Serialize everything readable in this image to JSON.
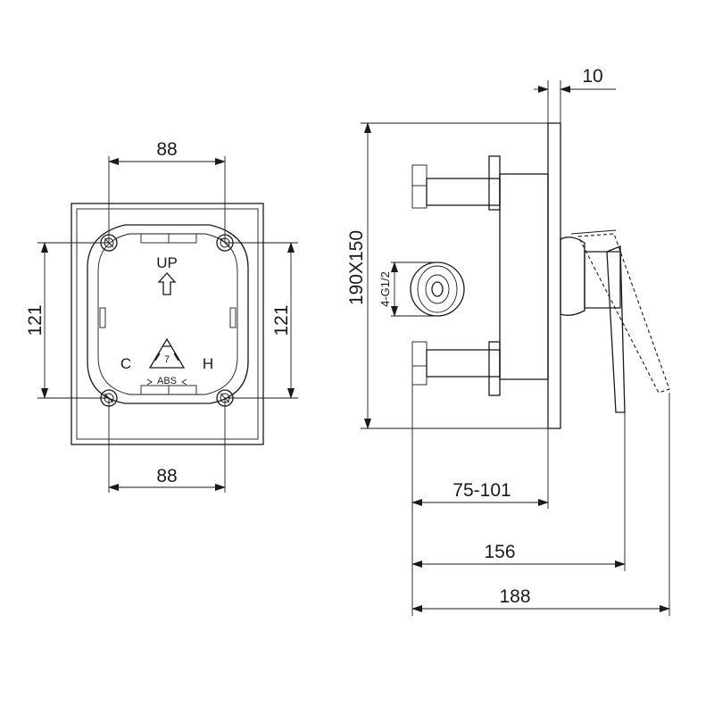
{
  "front_view": {
    "width_top": "88",
    "width_bottom": "88",
    "height_left": "121",
    "height_right": "121",
    "label_up": "UP",
    "label_cold": "C",
    "label_hot": "H",
    "recycle_number": "7",
    "recycle_material": "ABS"
  },
  "side_view": {
    "plate_thickness": "10",
    "plate_size": "190X150",
    "thread_spec": "4-G1/2",
    "depth_range": "75-101",
    "depth_handle": "156",
    "depth_total": "188"
  }
}
